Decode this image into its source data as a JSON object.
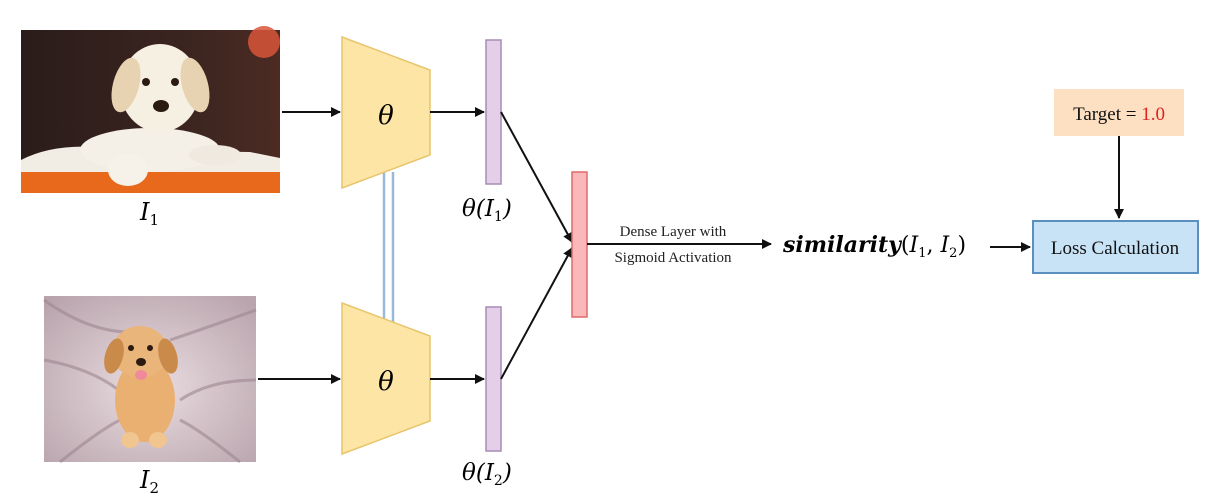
{
  "inputs": {
    "image1": {
      "label": "I",
      "subscript": "1",
      "subject": "yellow labrador puppy lying on orange surface"
    },
    "image2": {
      "label": "I",
      "subscript": "2",
      "subject": "golden retriever puppy sitting on blanket"
    }
  },
  "encoder": {
    "symbol": "θ"
  },
  "embeddings": {
    "e1": {
      "func": "θ(",
      "arg": "I",
      "sub": "1",
      "close": ")"
    },
    "e2": {
      "func": "θ(",
      "arg": "I",
      "sub": "2",
      "close": ")"
    }
  },
  "dense_layer": {
    "line1": "Dense Layer with",
    "line2": "Sigmoid Activation"
  },
  "similarity": {
    "func": "similarity",
    "open": "(",
    "a": "I",
    "a_sub": "1",
    "comma": ", ",
    "b": "I",
    "b_sub": "2",
    "close": ")"
  },
  "target": {
    "label": "Target = ",
    "value": "1.0"
  },
  "loss": {
    "label": "Loss Calculation"
  },
  "colors": {
    "encoder_fill": "#fde5a6",
    "encoder_stroke": "#e8c46a",
    "embedding_fill": "#e3cfe8",
    "embedding_stroke": "#a98bb5",
    "dense_fill": "#fbb8b8",
    "dense_stroke": "#e06a6a",
    "target_fill": "#fde0c2",
    "target_value": "#e02020",
    "loss_fill": "#c9e3f6",
    "loss_stroke": "#5b8fc0",
    "shared_weights": "#9ab8d8",
    "arrow": "#111111"
  }
}
